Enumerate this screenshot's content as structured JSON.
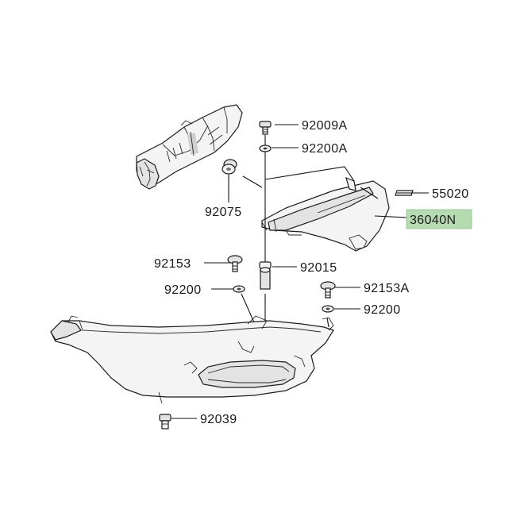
{
  "parts": [
    {
      "id": "p92009A",
      "number": "92009A",
      "name": "screw-92009a"
    },
    {
      "id": "p92200A",
      "number": "92200A",
      "name": "washer-92200a"
    },
    {
      "id": "p55020",
      "number": "55020",
      "name": "emblem-55020"
    },
    {
      "id": "p36040N",
      "number": "36040N",
      "name": "side-cover-36040n",
      "highlighted": true
    },
    {
      "id": "p92075",
      "number": "92075",
      "name": "grommet-92075"
    },
    {
      "id": "p92153",
      "number": "92153",
      "name": "bolt-92153"
    },
    {
      "id": "p92015",
      "number": "92015",
      "name": "nut-92015"
    },
    {
      "id": "p92200",
      "number": "92200",
      "name": "washer-92200-left"
    },
    {
      "id": "p92153A",
      "number": "92153A",
      "name": "bolt-92153a"
    },
    {
      "id": "p92200b",
      "number": "92200",
      "name": "washer-92200-right"
    },
    {
      "id": "p92039",
      "number": "92039",
      "name": "rivet-92039"
    }
  ],
  "highlight_color": "#b5dcb0"
}
